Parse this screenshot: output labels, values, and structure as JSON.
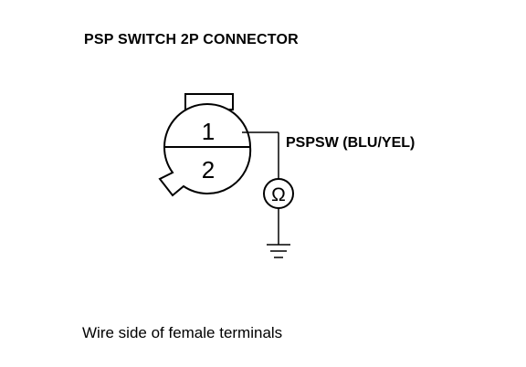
{
  "header": {
    "title": "PSP SWITCH 2P CONNECTOR"
  },
  "connector": {
    "terminals": [
      {
        "number": "1"
      },
      {
        "number": "2"
      }
    ]
  },
  "wire": {
    "label": "PSPSW (BLU/YEL)"
  },
  "meter": {
    "symbol": "Ω"
  },
  "footer": {
    "caption": "Wire side of female terminals"
  },
  "colors": {
    "line": "#000000",
    "background": "#ffffff"
  }
}
